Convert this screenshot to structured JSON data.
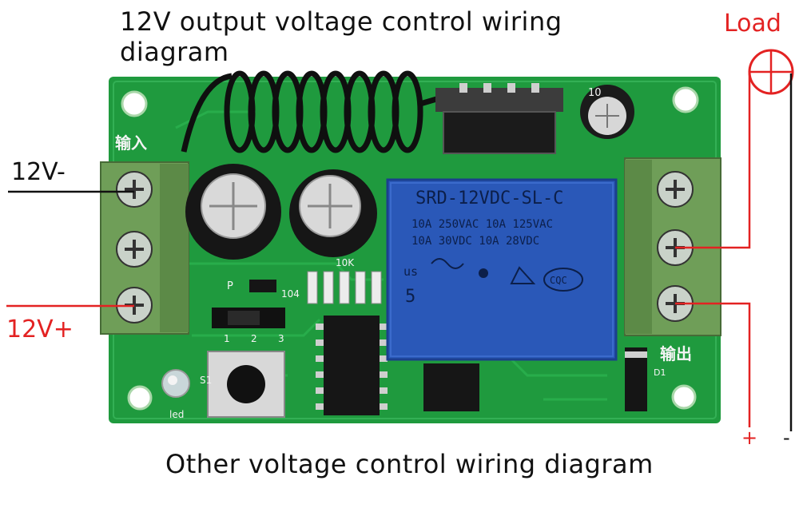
{
  "diagram": {
    "title_top": "12V output voltage control wiring diagram",
    "title_bottom": "Other voltage control wiring diagram",
    "labels": {
      "neg_12v": "12V-",
      "pos_12v": "12V+",
      "load": "Load",
      "plus": "+",
      "minus": "-"
    },
    "relay": {
      "model": "SRD-12VDC-SL-C",
      "lines": [
        "10A 250VAC  10A 125VAC",
        "10A  30VDC  10A  28VDC"
      ],
      "mark_us": "us",
      "mark_5": "5",
      "mark_cqc": "CQC"
    },
    "board_marks": {
      "input": "输入",
      "output": "输出",
      "jumper_1": "1",
      "jumper_2": "2",
      "jumper_3": "3",
      "led": "led",
      "s1": "S1",
      "r_10k": "10K",
      "r_104": "104",
      "p": "P",
      "cap_small": "10",
      "d1": "D1"
    },
    "colors": {
      "pcb": "#1f9a3e",
      "relay": "#2a58b8",
      "terminal": "#6f9e58",
      "wire_red": "#e32222",
      "wire_black": "#111111"
    }
  }
}
